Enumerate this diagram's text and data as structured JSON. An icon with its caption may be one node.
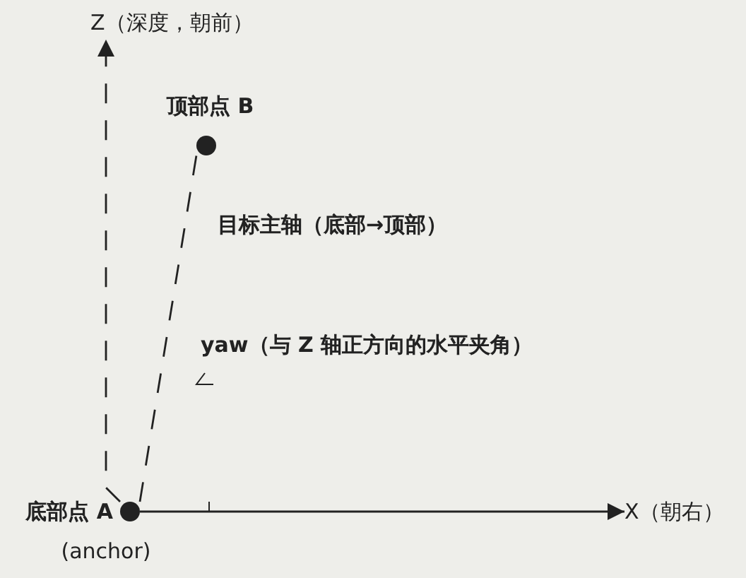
{
  "diagram": {
    "nodes": [
      {
        "text": [],
        "shape": "circle",
        "beside": [
          "底部点 A",
          "(anchor)"
        ]
      },
      {
        "text": [],
        "shape": "circle",
        "beside": [
          "顶部点 B"
        ]
      },
      {
        "text": [
          "X（朝右）"
        ]
      },
      {
        "text": [
          "Z（深度，朝前）"
        ]
      }
    ],
    "edges": [
      {
        "from": 0,
        "to": 2,
        "arrow": "to"
      },
      {
        "from": 0,
        "to": 3,
        "arrow": "to",
        "style": "dashed"
      },
      {
        "from": 0,
        "to": 1,
        "arrow": "none",
        "style": "dashed"
      }
    ],
    "labels": [
      "目标主轴（底部→顶部）",
      "yaw（与 Z 轴正方向的水平夹角）"
    ]
  }
}
